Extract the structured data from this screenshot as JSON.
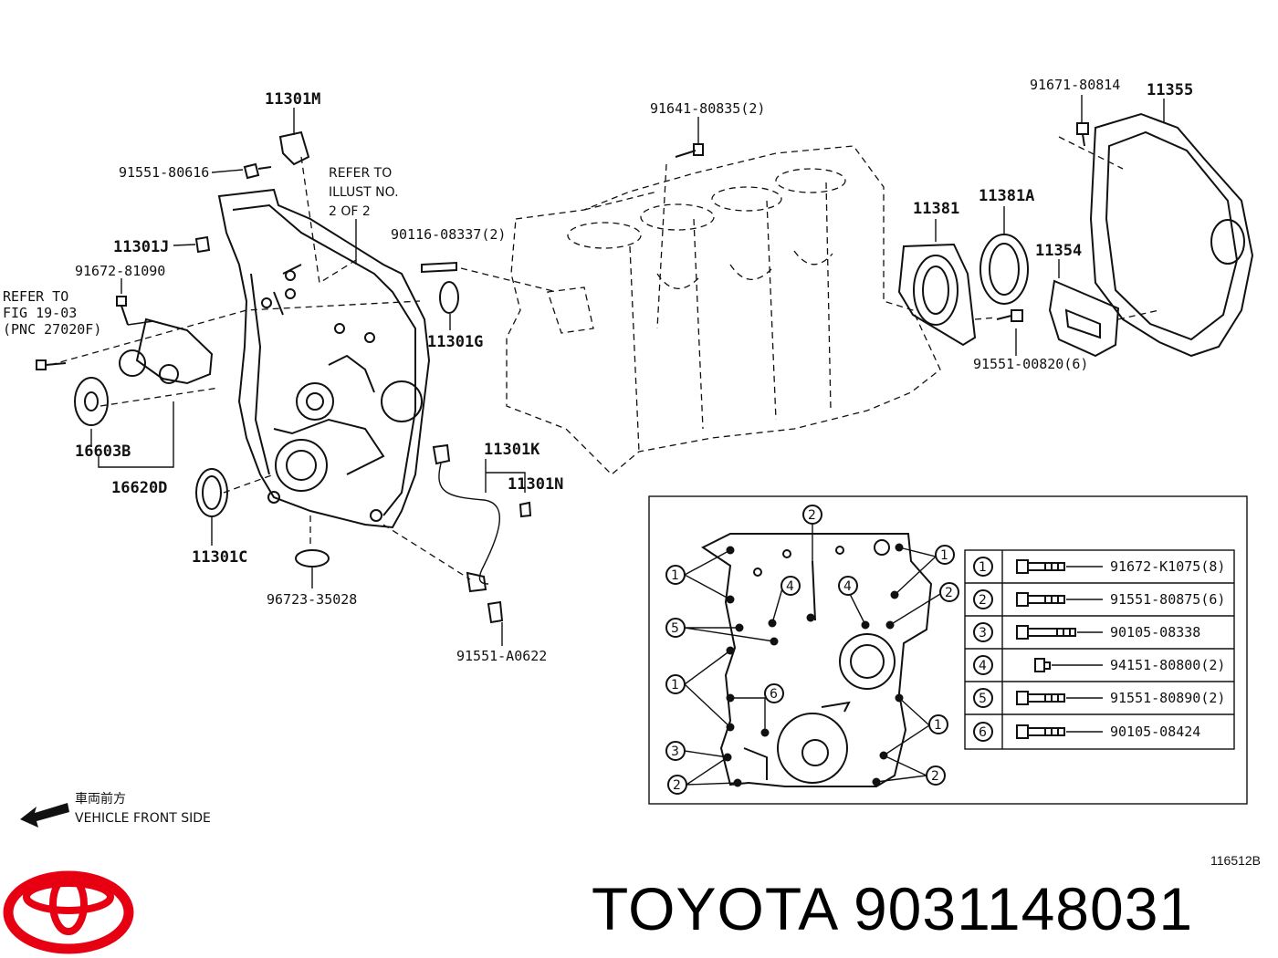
{
  "brand": {
    "name": "TOYOTA",
    "part_number": "9031148031",
    "logo_icon": "toyota-logo-icon",
    "logo_color": "#e60012"
  },
  "diagram": {
    "ref_code": "116512B",
    "front_note_jp": "車両前方",
    "front_note_en": "VEHICLE FRONT SIDE",
    "refer_illust": [
      "REFER TO",
      "ILLUST NO.",
      "2 OF 2"
    ],
    "refer_fig": [
      "REFER TO",
      "FIG 19-03",
      "(PNC 27020F)"
    ],
    "parts": [
      "11301M",
      "91551-80616",
      "11301J",
      "91672-81090",
      "16603B",
      "16620D",
      "11301C",
      "96723-35028",
      "90116-08337(2)",
      "11301G",
      "11301K",
      "11301N",
      "91551-A0622",
      "91641-80835(2)",
      "91671-80814",
      "11355",
      "11381",
      "11381A",
      "11354",
      "91551-00820(6)"
    ],
    "legend": [
      {
        "num": "1",
        "part": "91672-K1075(8)"
      },
      {
        "num": "2",
        "part": "91551-80875(6)"
      },
      {
        "num": "3",
        "part": "90105-08338"
      },
      {
        "num": "4",
        "part": "94151-80800(2)"
      },
      {
        "num": "5",
        "part": "91551-80890(2)"
      },
      {
        "num": "6",
        "part": "90105-08424"
      }
    ]
  }
}
